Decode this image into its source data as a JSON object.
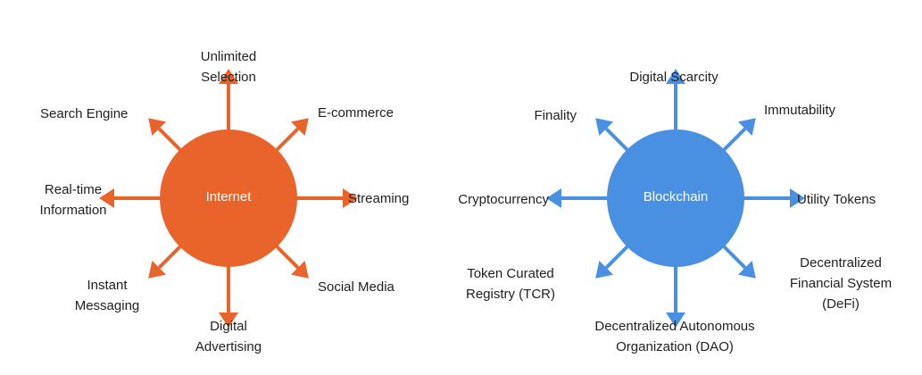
{
  "internet": {
    "label": "Internet",
    "color": "#e8642a",
    "spokes": [
      {
        "id": "unlimited-selection",
        "text": "Unlimited\nSelection"
      },
      {
        "id": "e-commerce",
        "text": "E-commerce"
      },
      {
        "id": "streaming",
        "text": "Streaming"
      },
      {
        "id": "social-media",
        "text": "Social Media"
      },
      {
        "id": "digital-advertising",
        "text": "Digital\nAdvertising"
      },
      {
        "id": "instant-messaging",
        "text": "Instant\nMessaging"
      },
      {
        "id": "real-time-information",
        "text": "Real-time\nInformation"
      },
      {
        "id": "search-engine",
        "text": "Search Engine"
      }
    ]
  },
  "blockchain": {
    "label": "Blockchain",
    "color": "#4a90e2",
    "spokes": [
      {
        "id": "digital-scarcity",
        "text": "Digital Scarcity"
      },
      {
        "id": "immutability",
        "text": "Immutability"
      },
      {
        "id": "utility-tokens",
        "text": "Utility Tokens"
      },
      {
        "id": "defi",
        "text": "Decentralized\nFinancial System\n(DeFi)"
      },
      {
        "id": "dao",
        "text": "Decentralized Autonomous\nOrganization (DAO)"
      },
      {
        "id": "tcr",
        "text": "Token Curated\nRegistry (TCR)"
      },
      {
        "id": "cryptocurrency",
        "text": "Cryptocurrency"
      },
      {
        "id": "finality",
        "text": "Finality"
      }
    ]
  }
}
